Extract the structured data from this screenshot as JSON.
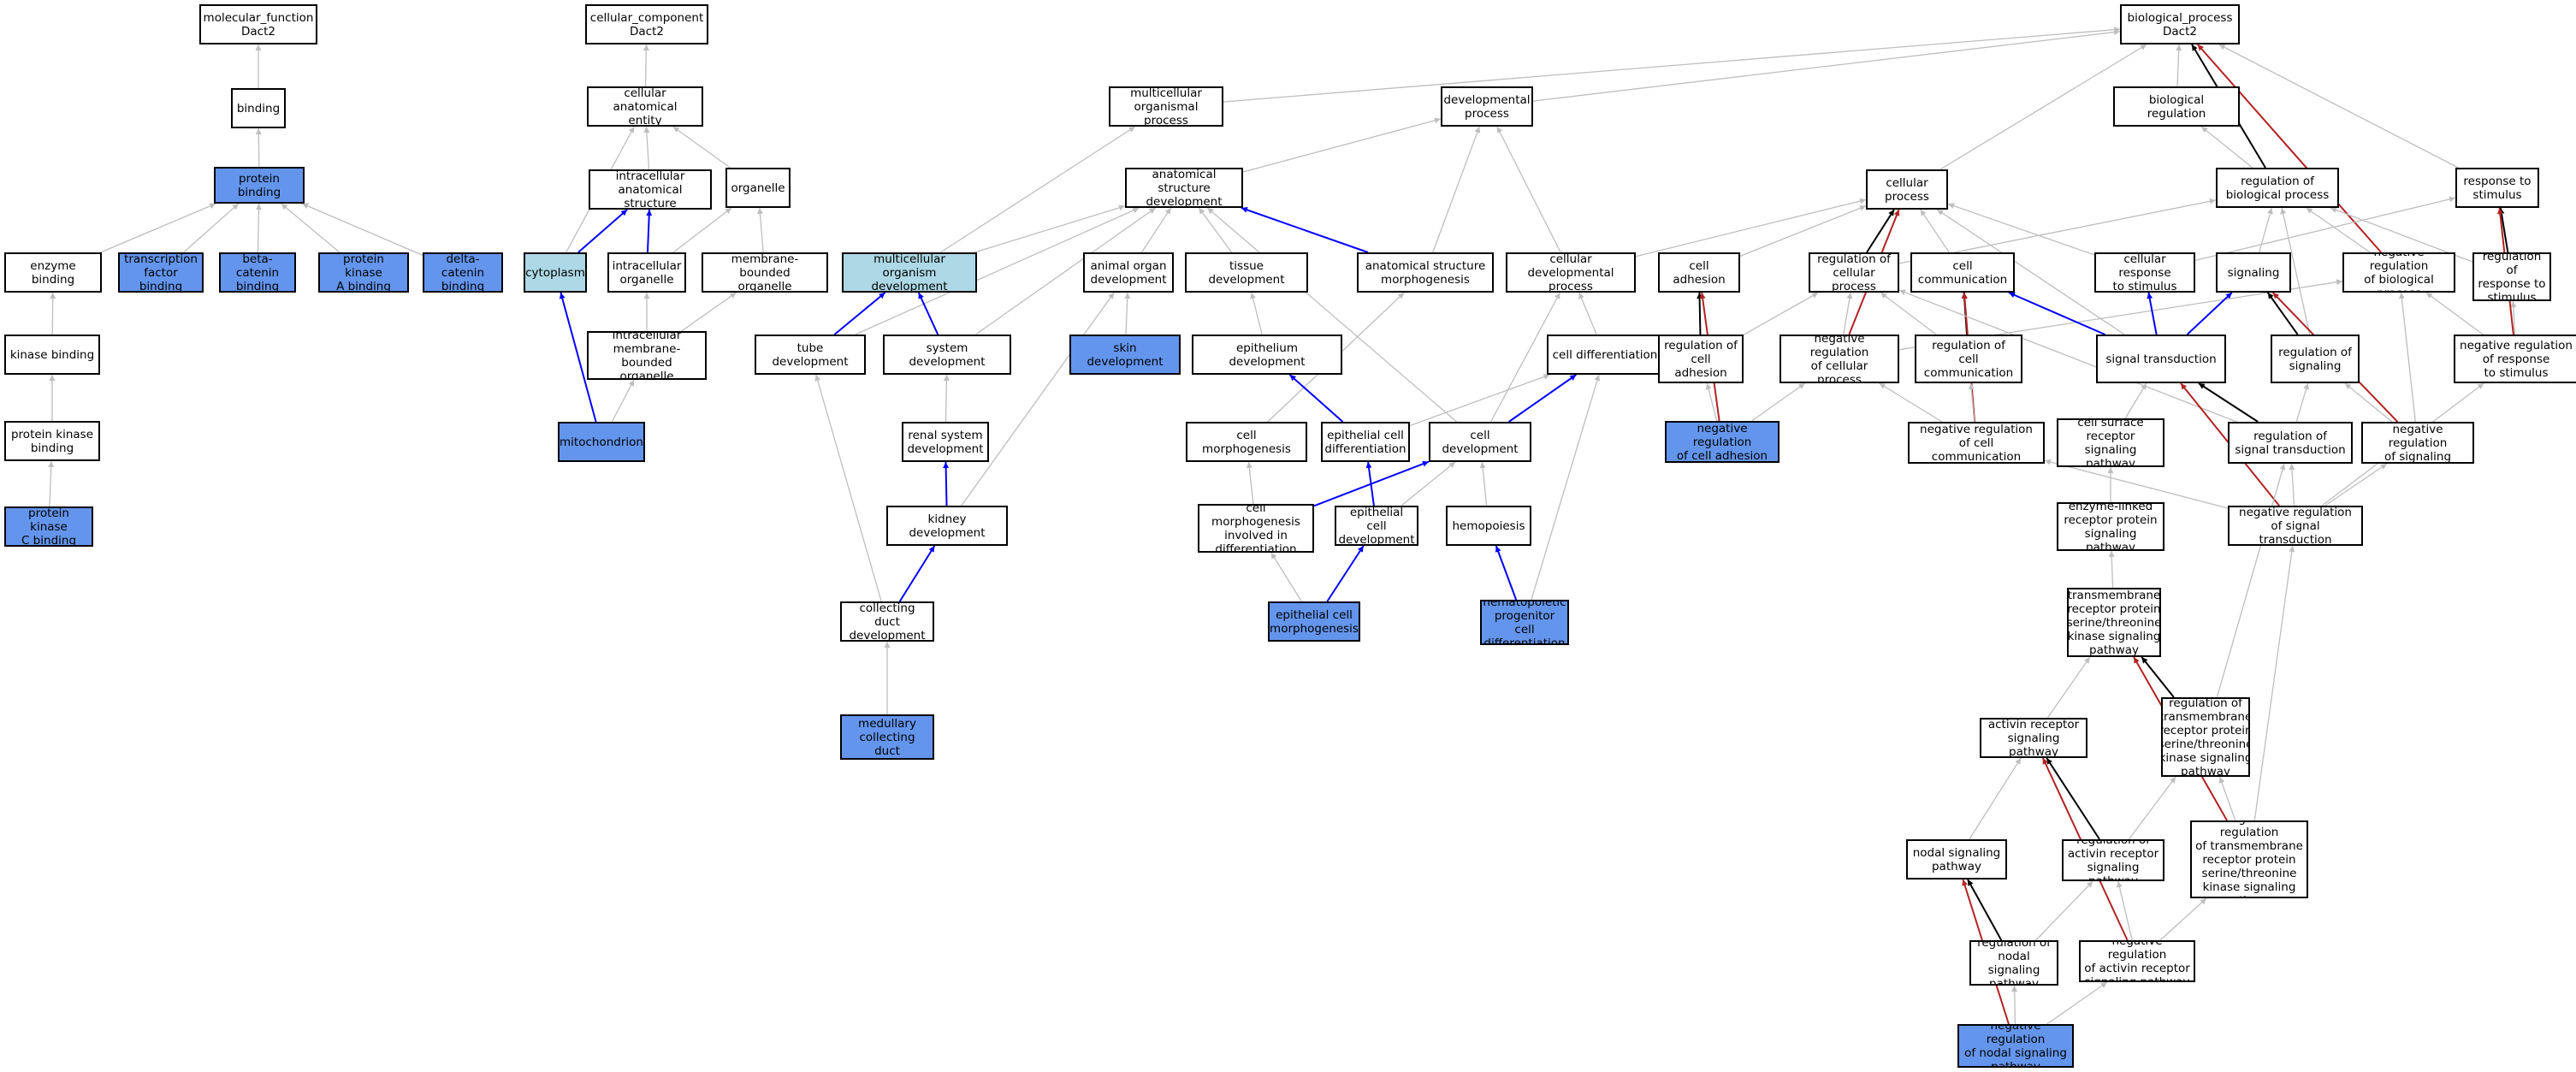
{
  "colors": {
    "is_a": "#bebebe",
    "part_of": "#0000ff",
    "regulates": "#000000",
    "negatively_regulates": "#b22222",
    "highlight_dark": "#6495ed",
    "highlight_light": "#add8e6"
  },
  "nodes": [
    {
      "id": "mf",
      "label": "molecular_function\nDact2"
    },
    {
      "id": "binding",
      "label": "binding"
    },
    {
      "id": "protein_binding",
      "label": "protein binding",
      "hl": "dark"
    },
    {
      "id": "enzyme_binding",
      "label": "enzyme binding"
    },
    {
      "id": "tf_binding",
      "label": "transcription\nfactor binding",
      "hl": "dark"
    },
    {
      "id": "bcat_binding",
      "label": "beta-catenin\nbinding",
      "hl": "dark"
    },
    {
      "id": "pka_binding",
      "label": "protein kinase\nA binding",
      "hl": "dark"
    },
    {
      "id": "dcat_binding",
      "label": "delta-catenin\nbinding",
      "hl": "dark"
    },
    {
      "id": "kinase_binding",
      "label": "kinase binding"
    },
    {
      "id": "pk_binding",
      "label": "protein kinase\nbinding"
    },
    {
      "id": "pkc_binding",
      "label": "protein kinase\nC binding",
      "hl": "dark"
    },
    {
      "id": "cc",
      "label": "cellular_component\nDact2"
    },
    {
      "id": "cae",
      "label": "cellular anatomical\nentity"
    },
    {
      "id": "ias",
      "label": "intracellular\nanatomical structure"
    },
    {
      "id": "organelle",
      "label": "organelle"
    },
    {
      "id": "cytoplasm",
      "label": "cytoplasm",
      "hl": "light"
    },
    {
      "id": "io",
      "label": "intracellular\norganelle"
    },
    {
      "id": "mbo",
      "label": "membrane-bounded\norganelle"
    },
    {
      "id": "imbo",
      "label": "intracellular\nmembrane-bounded\norganelle"
    },
    {
      "id": "mito",
      "label": "mitochondrion",
      "hl": "dark"
    },
    {
      "id": "bp",
      "label": "biological_process\nDact2"
    },
    {
      "id": "mop",
      "label": "multicellular\norganismal process"
    },
    {
      "id": "devproc",
      "label": "developmental\nprocess"
    },
    {
      "id": "biolreg",
      "label": "biological regulation"
    },
    {
      "id": "asd",
      "label": "anatomical structure\ndevelopment"
    },
    {
      "id": "cellproc",
      "label": "cellular process"
    },
    {
      "id": "regbp",
      "label": "regulation of\nbiological process"
    },
    {
      "id": "resp",
      "label": "response to\nstimulus"
    },
    {
      "id": "mod",
      "label": "multicellular\norganism development",
      "hl": "light"
    },
    {
      "id": "aod",
      "label": "animal organ\ndevelopment"
    },
    {
      "id": "tissdev",
      "label": "tissue development"
    },
    {
      "id": "asm",
      "label": "anatomical structure\nmorphogenesis"
    },
    {
      "id": "cdp",
      "label": "cellular developmental\nprocess"
    },
    {
      "id": "celladh",
      "label": "cell adhesion"
    },
    {
      "id": "regcp",
      "label": "regulation of\ncellular process"
    },
    {
      "id": "cellcomm",
      "label": "cell communication"
    },
    {
      "id": "crs",
      "label": "cellular response\nto stimulus"
    },
    {
      "id": "signaling",
      "label": "signaling"
    },
    {
      "id": "negregbp",
      "label": "negative regulation\nof biological\nprocess"
    },
    {
      "id": "regresp",
      "label": "regulation of\nresponse to\nstimulus"
    },
    {
      "id": "tubedev",
      "label": "tube development"
    },
    {
      "id": "sysdev",
      "label": "system development"
    },
    {
      "id": "skindev",
      "label": "skin development",
      "hl": "dark"
    },
    {
      "id": "epidev",
      "label": "epithelium development"
    },
    {
      "id": "celldiff",
      "label": "cell differentiation"
    },
    {
      "id": "regcelladh",
      "label": "regulation of\ncell adhesion"
    },
    {
      "id": "negregcp",
      "label": "negative regulation\nof cellular\nprocess"
    },
    {
      "id": "regcc",
      "label": "regulation of\ncell communication"
    },
    {
      "id": "sigtrans",
      "label": "signal transduction"
    },
    {
      "id": "regsig",
      "label": "regulation of\nsignaling"
    },
    {
      "id": "negregresp",
      "label": "negative regulation\nof response\nto stimulus"
    },
    {
      "id": "renaldev",
      "label": "renal system\ndevelopment"
    },
    {
      "id": "cellmorph",
      "label": "cell morphogenesis"
    },
    {
      "id": "epicelldiff",
      "label": "epithelial cell\ndifferentiation"
    },
    {
      "id": "celldev",
      "label": "cell development"
    },
    {
      "id": "negregcelladh",
      "label": "negative regulation\nof cell adhesion",
      "hl": "dark"
    },
    {
      "id": "negregcc",
      "label": "negative regulation\nof cell communication"
    },
    {
      "id": "csrsp",
      "label": "cell surface\nreceptor signaling\npathway"
    },
    {
      "id": "regst",
      "label": "regulation of\nsignal transduction"
    },
    {
      "id": "negregsig",
      "label": "negative regulation\nof signaling"
    },
    {
      "id": "kidneydev",
      "label": "kidney development"
    },
    {
      "id": "cmid",
      "label": "cell morphogenesis\ninvolved in\ndifferentiation"
    },
    {
      "id": "epicelldev",
      "label": "epithelial cell\ndevelopment"
    },
    {
      "id": "hemo",
      "label": "hemopoiesis"
    },
    {
      "id": "elrp",
      "label": "enzyme-linked\nreceptor protein\nsignaling pathway"
    },
    {
      "id": "negregst",
      "label": "negative regulation\nof signal transduction"
    },
    {
      "id": "cdd",
      "label": "collecting duct\ndevelopment"
    },
    {
      "id": "epicellmorph",
      "label": "epithelial cell\nmorphogenesis",
      "hl": "dark"
    },
    {
      "id": "hpcd",
      "label": "hematopoietic\nprogenitor cell\ndifferentiation",
      "hl": "dark"
    },
    {
      "id": "tmrp",
      "label": "transmembrane\nreceptor protein\nserine/threonine\nkinase signaling\npathway"
    },
    {
      "id": "imcdd",
      "label": "inner medullary\ncollecting duct\ndevelopment",
      "hl": "dark"
    },
    {
      "id": "regtmrp",
      "label": "regulation of\ntransmembrane\nreceptor protein\nserine/threonine\nkinase signaling\npathway"
    },
    {
      "id": "actrsp",
      "label": "activin receptor\nsignaling pathway"
    },
    {
      "id": "negregtmrp",
      "label": "negative regulation\nof transmembrane\nreceptor protein\nserine/threonine\nkinase signaling\npathway"
    },
    {
      "id": "nodalsp",
      "label": "nodal signaling\npathway"
    },
    {
      "id": "regactrsp",
      "label": "regulation of\nactivin receptor\nsignaling pathway"
    },
    {
      "id": "regnodal",
      "label": "regulation of\nnodal signaling\npathway"
    },
    {
      "id": "negregactrsp",
      "label": "negative regulation\nof activin receptor\nsignaling pathway"
    },
    {
      "id": "negregnodal",
      "label": "negative regulation\nof nodal signaling\npathway",
      "hl": "dark"
    }
  ],
  "edges": [
    {
      "from": "binding",
      "to": "mf",
      "type": "is_a"
    },
    {
      "from": "protein_binding",
      "to": "binding",
      "type": "is_a"
    },
    {
      "from": "enzyme_binding",
      "to": "protein_binding",
      "type": "is_a"
    },
    {
      "from": "tf_binding",
      "to": "protein_binding",
      "type": "is_a"
    },
    {
      "from": "bcat_binding",
      "to": "protein_binding",
      "type": "is_a"
    },
    {
      "from": "pka_binding",
      "to": "protein_binding",
      "type": "is_a"
    },
    {
      "from": "dcat_binding",
      "to": "protein_binding",
      "type": "is_a"
    },
    {
      "from": "kinase_binding",
      "to": "enzyme_binding",
      "type": "is_a"
    },
    {
      "from": "pk_binding",
      "to": "kinase_binding",
      "type": "is_a"
    },
    {
      "from": "pkc_binding",
      "to": "pk_binding",
      "type": "is_a"
    },
    {
      "from": "cae",
      "to": "cc",
      "type": "is_a"
    },
    {
      "from": "ias",
      "to": "cae",
      "type": "is_a"
    },
    {
      "from": "organelle",
      "to": "cae",
      "type": "is_a"
    },
    {
      "from": "cytoplasm",
      "to": "cae",
      "type": "is_a"
    },
    {
      "from": "cytoplasm",
      "to": "ias",
      "type": "part_of"
    },
    {
      "from": "io",
      "to": "ias",
      "type": "part_of"
    },
    {
      "from": "io",
      "to": "organelle",
      "type": "is_a"
    },
    {
      "from": "mbo",
      "to": "organelle",
      "type": "is_a"
    },
    {
      "from": "imbo",
      "to": "io",
      "type": "is_a"
    },
    {
      "from": "imbo",
      "to": "mbo",
      "type": "is_a"
    },
    {
      "from": "mito",
      "to": "cytoplasm",
      "type": "part_of"
    },
    {
      "from": "mito",
      "to": "imbo",
      "type": "is_a"
    },
    {
      "from": "mop",
      "to": "bp",
      "type": "is_a"
    },
    {
      "from": "devproc",
      "to": "bp",
      "type": "is_a"
    },
    {
      "from": "biolreg",
      "to": "bp",
      "type": "is_a"
    },
    {
      "from": "cellproc",
      "to": "bp",
      "type": "is_a"
    },
    {
      "from": "resp",
      "to": "bp",
      "type": "is_a"
    },
    {
      "from": "regbp",
      "to": "biolreg",
      "type": "is_a"
    },
    {
      "from": "regbp",
      "to": "bp",
      "type": "regulates"
    },
    {
      "from": "negregbp",
      "to": "bp",
      "type": "negatively_regulates"
    },
    {
      "from": "asd",
      "to": "devproc",
      "type": "is_a"
    },
    {
      "from": "mod",
      "to": "mop",
      "type": "is_a"
    },
    {
      "from": "mod",
      "to": "asd",
      "type": "is_a"
    },
    {
      "from": "aod",
      "to": "asd",
      "type": "is_a"
    },
    {
      "from": "tissdev",
      "to": "asd",
      "type": "is_a"
    },
    {
      "from": "asm",
      "to": "asd",
      "type": "part_of"
    },
    {
      "from": "asm",
      "to": "devproc",
      "type": "is_a"
    },
    {
      "from": "cdp",
      "to": "devproc",
      "type": "is_a"
    },
    {
      "from": "cdp",
      "to": "cellproc",
      "type": "is_a"
    },
    {
      "from": "celladh",
      "to": "cellproc",
      "type": "is_a"
    },
    {
      "from": "regcp",
      "to": "cellproc",
      "type": "regulates"
    },
    {
      "from": "regcp",
      "to": "regbp",
      "type": "is_a"
    },
    {
      "from": "cellcomm",
      "to": "cellproc",
      "type": "is_a"
    },
    {
      "from": "crs",
      "to": "cellproc",
      "type": "is_a"
    },
    {
      "from": "crs",
      "to": "resp",
      "type": "is_a"
    },
    {
      "from": "signaling",
      "to": "regbp",
      "type": "is_a"
    },
    {
      "from": "negregbp",
      "to": "regbp",
      "type": "is_a"
    },
    {
      "from": "regresp",
      "to": "regbp",
      "type": "is_a"
    },
    {
      "from": "regresp",
      "to": "resp",
      "type": "regulates"
    },
    {
      "from": "tubedev",
      "to": "asd",
      "type": "is_a"
    },
    {
      "from": "tubedev",
      "to": "mod",
      "type": "part_of"
    },
    {
      "from": "sysdev",
      "to": "mod",
      "type": "part_of"
    },
    {
      "from": "sysdev",
      "to": "asd",
      "type": "is_a"
    },
    {
      "from": "skindev",
      "to": "aod",
      "type": "is_a"
    },
    {
      "from": "epidev",
      "to": "tissdev",
      "type": "is_a"
    },
    {
      "from": "celldiff",
      "to": "cdp",
      "type": "is_a"
    },
    {
      "from": "regcelladh",
      "to": "celladh",
      "type": "regulates"
    },
    {
      "from": "regcelladh",
      "to": "regcp",
      "type": "is_a"
    },
    {
      "from": "negregcp",
      "to": "regcp",
      "type": "is_a"
    },
    {
      "from": "negregcp",
      "to": "cellproc",
      "type": "negatively_regulates"
    },
    {
      "from": "negregcp",
      "to": "negregbp",
      "type": "is_a"
    },
    {
      "from": "regcc",
      "to": "cellcomm",
      "type": "regulates"
    },
    {
      "from": "regcc",
      "to": "regcp",
      "type": "is_a"
    },
    {
      "from": "sigtrans",
      "to": "cellcomm",
      "type": "part_of"
    },
    {
      "from": "sigtrans",
      "to": "crs",
      "type": "part_of"
    },
    {
      "from": "sigtrans",
      "to": "signaling",
      "type": "part_of"
    },
    {
      "from": "sigtrans",
      "to": "cellproc",
      "type": "is_a"
    },
    {
      "from": "regsig",
      "to": "signaling",
      "type": "regulates"
    },
    {
      "from": "regsig",
      "to": "regbp",
      "type": "is_a"
    },
    {
      "from": "negregresp",
      "to": "regresp",
      "type": "is_a"
    },
    {
      "from": "negregresp",
      "to": "resp",
      "type": "negatively_regulates"
    },
    {
      "from": "negregresp",
      "to": "negregbp",
      "type": "is_a"
    },
    {
      "from": "renaldev",
      "to": "sysdev",
      "type": "is_a"
    },
    {
      "from": "cellmorph",
      "to": "asm",
      "type": "is_a"
    },
    {
      "from": "epicelldiff",
      "to": "epidev",
      "type": "part_of"
    },
    {
      "from": "epicelldiff",
      "to": "celldiff",
      "type": "is_a"
    },
    {
      "from": "celldev",
      "to": "celldiff",
      "type": "part_of"
    },
    {
      "from": "celldev",
      "to": "cdp",
      "type": "is_a"
    },
    {
      "from": "celldev",
      "to": "asd",
      "type": "is_a"
    },
    {
      "from": "negregcelladh",
      "to": "celladh",
      "type": "negatively_regulates"
    },
    {
      "from": "negregcelladh",
      "to": "regcelladh",
      "type": "is_a"
    },
    {
      "from": "negregcelladh",
      "to": "negregcp",
      "type": "is_a"
    },
    {
      "from": "negregcc",
      "to": "cellcomm",
      "type": "negatively_regulates"
    },
    {
      "from": "negregcc",
      "to": "regcc",
      "type": "is_a"
    },
    {
      "from": "negregcc",
      "to": "negregcp",
      "type": "is_a"
    },
    {
      "from": "csrsp",
      "to": "sigtrans",
      "type": "is_a"
    },
    {
      "from": "regst",
      "to": "sigtrans",
      "type": "regulates"
    },
    {
      "from": "regst",
      "to": "regsig",
      "type": "is_a"
    },
    {
      "from": "regst",
      "to": "regcp",
      "type": "is_a"
    },
    {
      "from": "negregsig",
      "to": "signaling",
      "type": "negatively_regulates"
    },
    {
      "from": "negregsig",
      "to": "regsig",
      "type": "is_a"
    },
    {
      "from": "negregsig",
      "to": "negregbp",
      "type": "is_a"
    },
    {
      "from": "kidneydev",
      "to": "renaldev",
      "type": "part_of"
    },
    {
      "from": "kidneydev",
      "to": "aod",
      "type": "is_a"
    },
    {
      "from": "cmid",
      "to": "cellmorph",
      "type": "is_a"
    },
    {
      "from": "cmid",
      "to": "celldev",
      "type": "part_of"
    },
    {
      "from": "epicelldev",
      "to": "epicelldiff",
      "type": "part_of"
    },
    {
      "from": "epicelldev",
      "to": "celldev",
      "type": "is_a"
    },
    {
      "from": "hemo",
      "to": "celldev",
      "type": "is_a"
    },
    {
      "from": "elrp",
      "to": "csrsp",
      "type": "is_a"
    },
    {
      "from": "negregst",
      "to": "sigtrans",
      "type": "negatively_regulates"
    },
    {
      "from": "negregst",
      "to": "regst",
      "type": "is_a"
    },
    {
      "from": "negregst",
      "to": "negregsig",
      "type": "is_a"
    },
    {
      "from": "negregst",
      "to": "negregcc",
      "type": "is_a"
    },
    {
      "from": "negregst",
      "to": "negregresp",
      "type": "is_a"
    },
    {
      "from": "cdd",
      "to": "kidneydev",
      "type": "part_of"
    },
    {
      "from": "cdd",
      "to": "tubedev",
      "type": "is_a"
    },
    {
      "from": "epicellmorph",
      "to": "epicelldev",
      "type": "part_of"
    },
    {
      "from": "epicellmorph",
      "to": "cmid",
      "type": "is_a"
    },
    {
      "from": "hpcd",
      "to": "hemo",
      "type": "part_of"
    },
    {
      "from": "hpcd",
      "to": "celldiff",
      "type": "is_a"
    },
    {
      "from": "tmrp",
      "to": "elrp",
      "type": "is_a"
    },
    {
      "from": "imcdd",
      "to": "cdd",
      "type": "is_a"
    },
    {
      "from": "regtmrp",
      "to": "tmrp",
      "type": "regulates"
    },
    {
      "from": "regtmrp",
      "to": "regst",
      "type": "is_a"
    },
    {
      "from": "actrsp",
      "to": "tmrp",
      "type": "is_a"
    },
    {
      "from": "negregtmrp",
      "to": "regtmrp",
      "type": "is_a"
    },
    {
      "from": "negregtmrp",
      "to": "tmrp",
      "type": "negatively_regulates"
    },
    {
      "from": "negregtmrp",
      "to": "negregst",
      "type": "is_a"
    },
    {
      "from": "nodalsp",
      "to": "actrsp",
      "type": "is_a"
    },
    {
      "from": "regactrsp",
      "to": "actrsp",
      "type": "regulates"
    },
    {
      "from": "regactrsp",
      "to": "regtmrp",
      "type": "is_a"
    },
    {
      "from": "regnodal",
      "to": "nodalsp",
      "type": "regulates"
    },
    {
      "from": "regnodal",
      "to": "regactrsp",
      "type": "is_a"
    },
    {
      "from": "negregactrsp",
      "to": "actrsp",
      "type": "negatively_regulates"
    },
    {
      "from": "negregactrsp",
      "to": "regactrsp",
      "type": "is_a"
    },
    {
      "from": "negregactrsp",
      "to": "negregtmrp",
      "type": "is_a"
    },
    {
      "from": "negregnodal",
      "to": "nodalsp",
      "type": "negatively_regulates"
    },
    {
      "from": "negregnodal",
      "to": "regnodal",
      "type": "is_a"
    },
    {
      "from": "negregnodal",
      "to": "negregactrsp",
      "type": "is_a"
    }
  ]
}
